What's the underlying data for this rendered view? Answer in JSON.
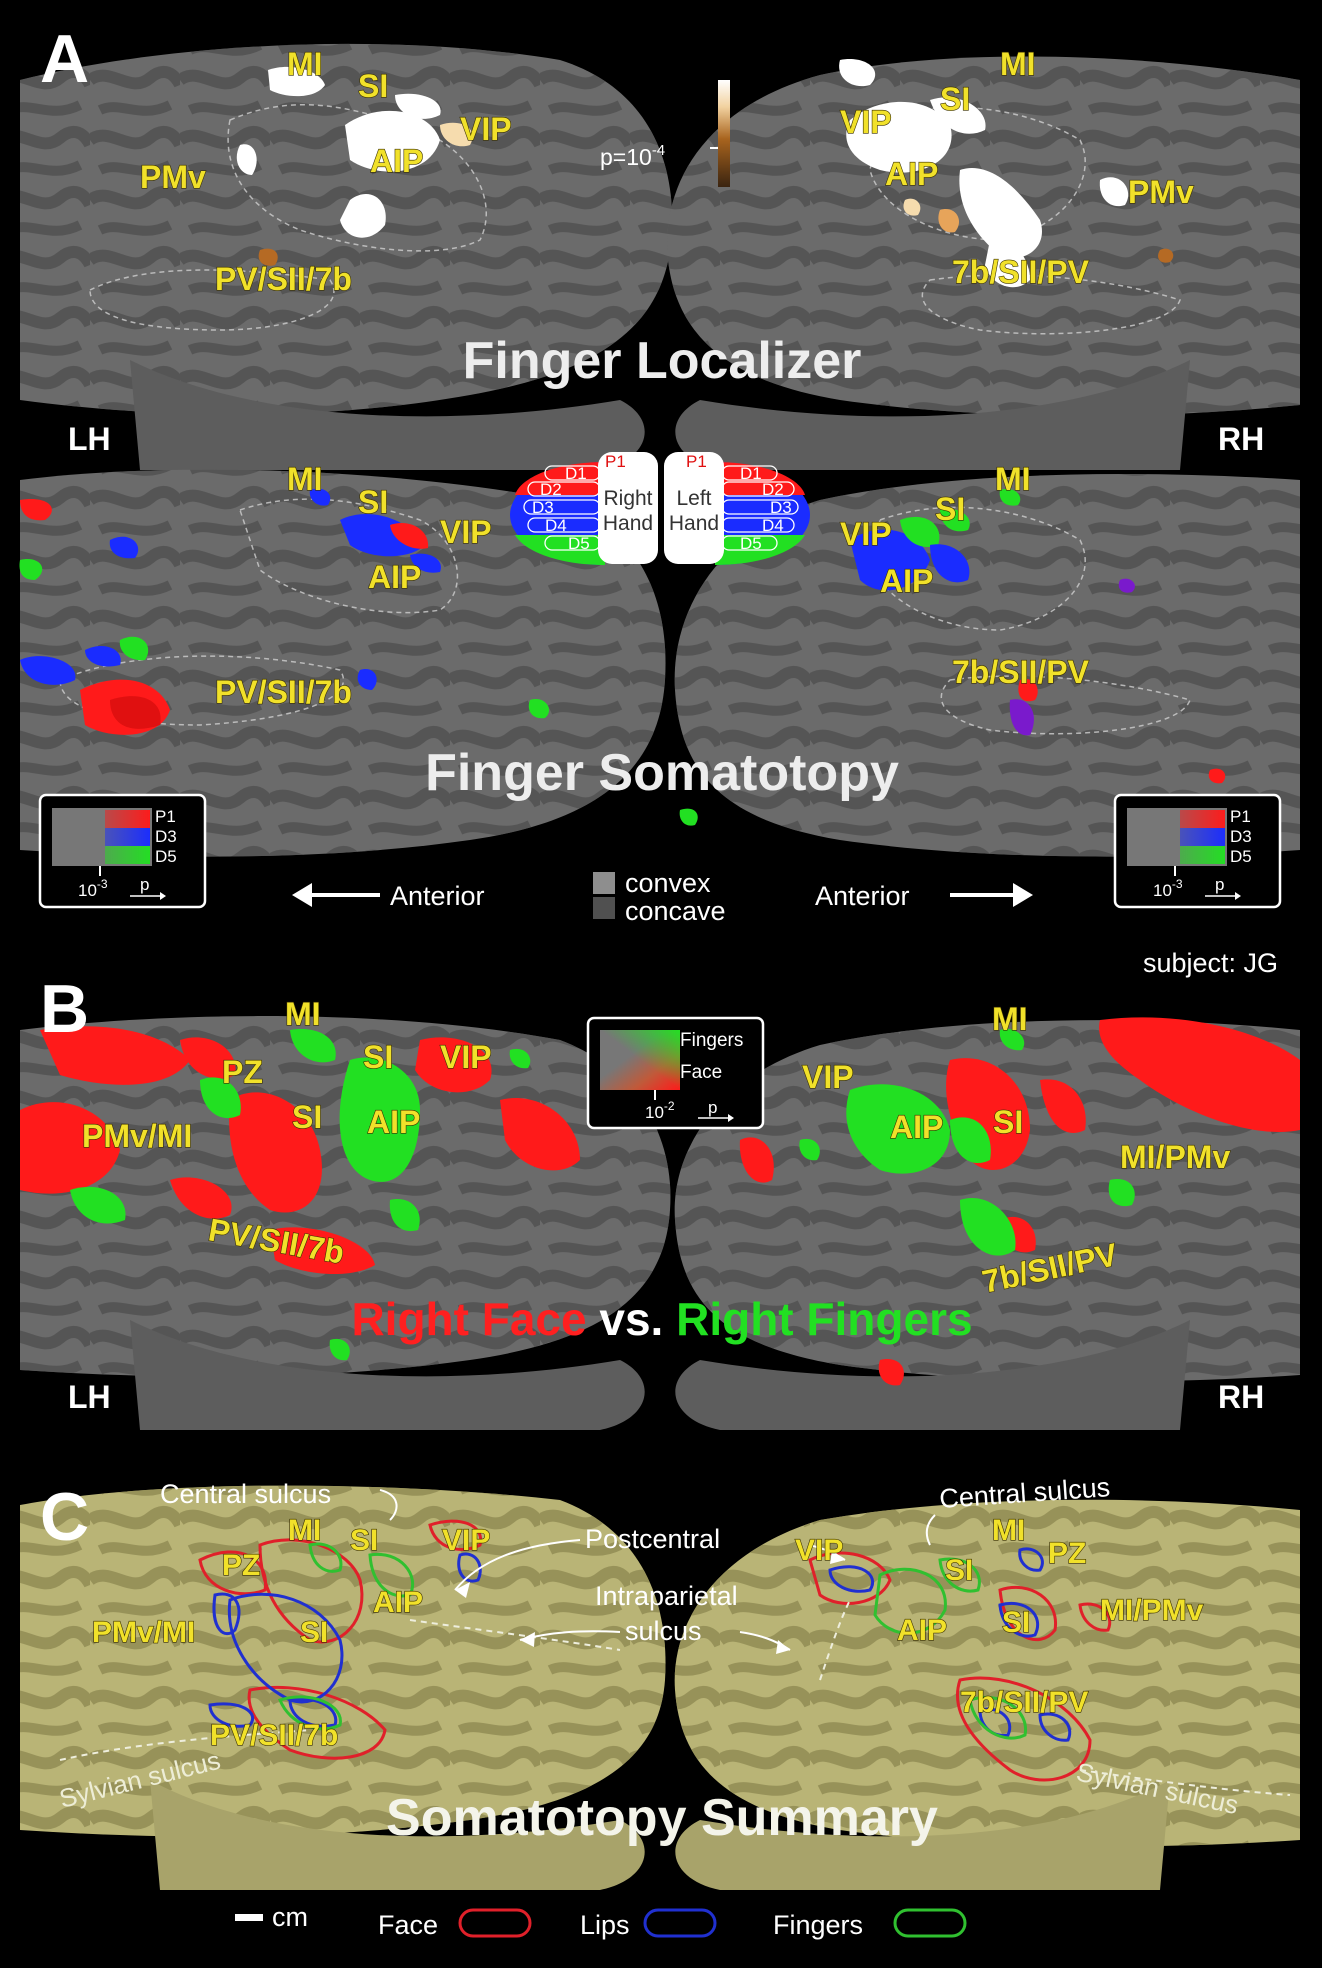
{
  "panels": {
    "a": "A",
    "b": "B",
    "c": "C"
  },
  "hemis": {
    "lh": "LH",
    "rh": "RH"
  },
  "panel_a": {
    "top_title": "Finger Localizer",
    "bottom_title": "Finger Somatotopy",
    "pvalue_label": "p=10",
    "pvalue_exp": "-4",
    "lh_top_labels": {
      "mi": "MI",
      "si": "SI",
      "vip": "VIP",
      "aip": "AIP",
      "pmv": "PMv",
      "pvsii": "PV/SII/7b"
    },
    "rh_top_labels": {
      "mi": "MI",
      "si": "SI",
      "vip": "VIP",
      "aip": "AIP",
      "pmv": "PMv",
      "sii": "7b/SII/PV"
    },
    "lh_bottom_labels": {
      "mi": "MI",
      "si": "SI",
      "vip": "VIP",
      "aip": "AIP",
      "pvsii": "PV/SII/7b"
    },
    "rh_bottom_labels": {
      "mi": "MI",
      "si": "SI",
      "vip": "VIP",
      "aip": "AIP",
      "sii": "7b/SII/PV"
    },
    "hands": {
      "right_top": "Right",
      "right_bottom": "Hand",
      "left_top": "Left",
      "left_bottom": "Hand",
      "digits": [
        "P1",
        "D1",
        "D2",
        "D3",
        "D4",
        "D5"
      ]
    },
    "legend": {
      "p1": "P1",
      "d3": "D3",
      "d5": "D5",
      "thresh": "10",
      "thresh_exp": "-3",
      "p": "p"
    },
    "anterior": "Anterior",
    "convex": "convex",
    "concave": "concave",
    "subject": "subject: JG"
  },
  "panel_b": {
    "lh_labels": {
      "mi": "MI",
      "pz": "PZ",
      "si": "SI",
      "vip": "VIP",
      "si2": "SI",
      "aip": "AIP",
      "pmvmi": "PMv/MI",
      "pvsii": "PV/SII/7b"
    },
    "rh_labels": {
      "mi": "MI",
      "vip": "VIP",
      "aip": "AIP",
      "si": "SI",
      "mipmv": "MI/PMv",
      "sii": "7b/SII/PV"
    },
    "legend": {
      "fingers": "Fingers",
      "face": "Face",
      "thresh": "10",
      "thresh_exp": "-2",
      "p": "p"
    },
    "title_face": "Right Face",
    "title_vs": " vs. ",
    "title_fingers": "Right Fingers"
  },
  "panel_c": {
    "lh_labels": {
      "mi": "MI",
      "si": "SI",
      "vip": "VIP",
      "pz": "PZ",
      "aip": "AIP",
      "pmvmi": "PMv/MI",
      "si2": "SI",
      "pvsii": "PV/SII/7b"
    },
    "rh_labels": {
      "vip": "VIP",
      "mi": "MI",
      "pz": "PZ",
      "si": "SI",
      "mipmv": "MI/PMv",
      "aip": "AIP",
      "si2": "SI",
      "sii": "7b/SII/PV"
    },
    "central_sulcus_l": "Central sulcus",
    "central_sulcus_r": "Central sulcus",
    "postcentral": "Postcentral",
    "intraparietal": "Intraparietal",
    "sulcus": "sulcus",
    "sylvian_l": "Sylvian sulcus",
    "sylvian_r": "Sylvian sulcus",
    "title": "Somatotopy Summary",
    "scale": "cm",
    "legend_face": "Face",
    "legend_lips": "Lips",
    "legend_fingers": "Fingers"
  },
  "colors": {
    "background": "#000000",
    "cortex_gray": "#6b6b6b",
    "cortex_olive": "#b9b476",
    "roi_label": "#f1e12a",
    "finger_red": "#ff1a1a",
    "finger_blue": "#1a2cff",
    "finger_green": "#22e022",
    "face_outline": "#e0202a",
    "lips_outline": "#2030d0",
    "fingers_outline": "#30c030"
  }
}
